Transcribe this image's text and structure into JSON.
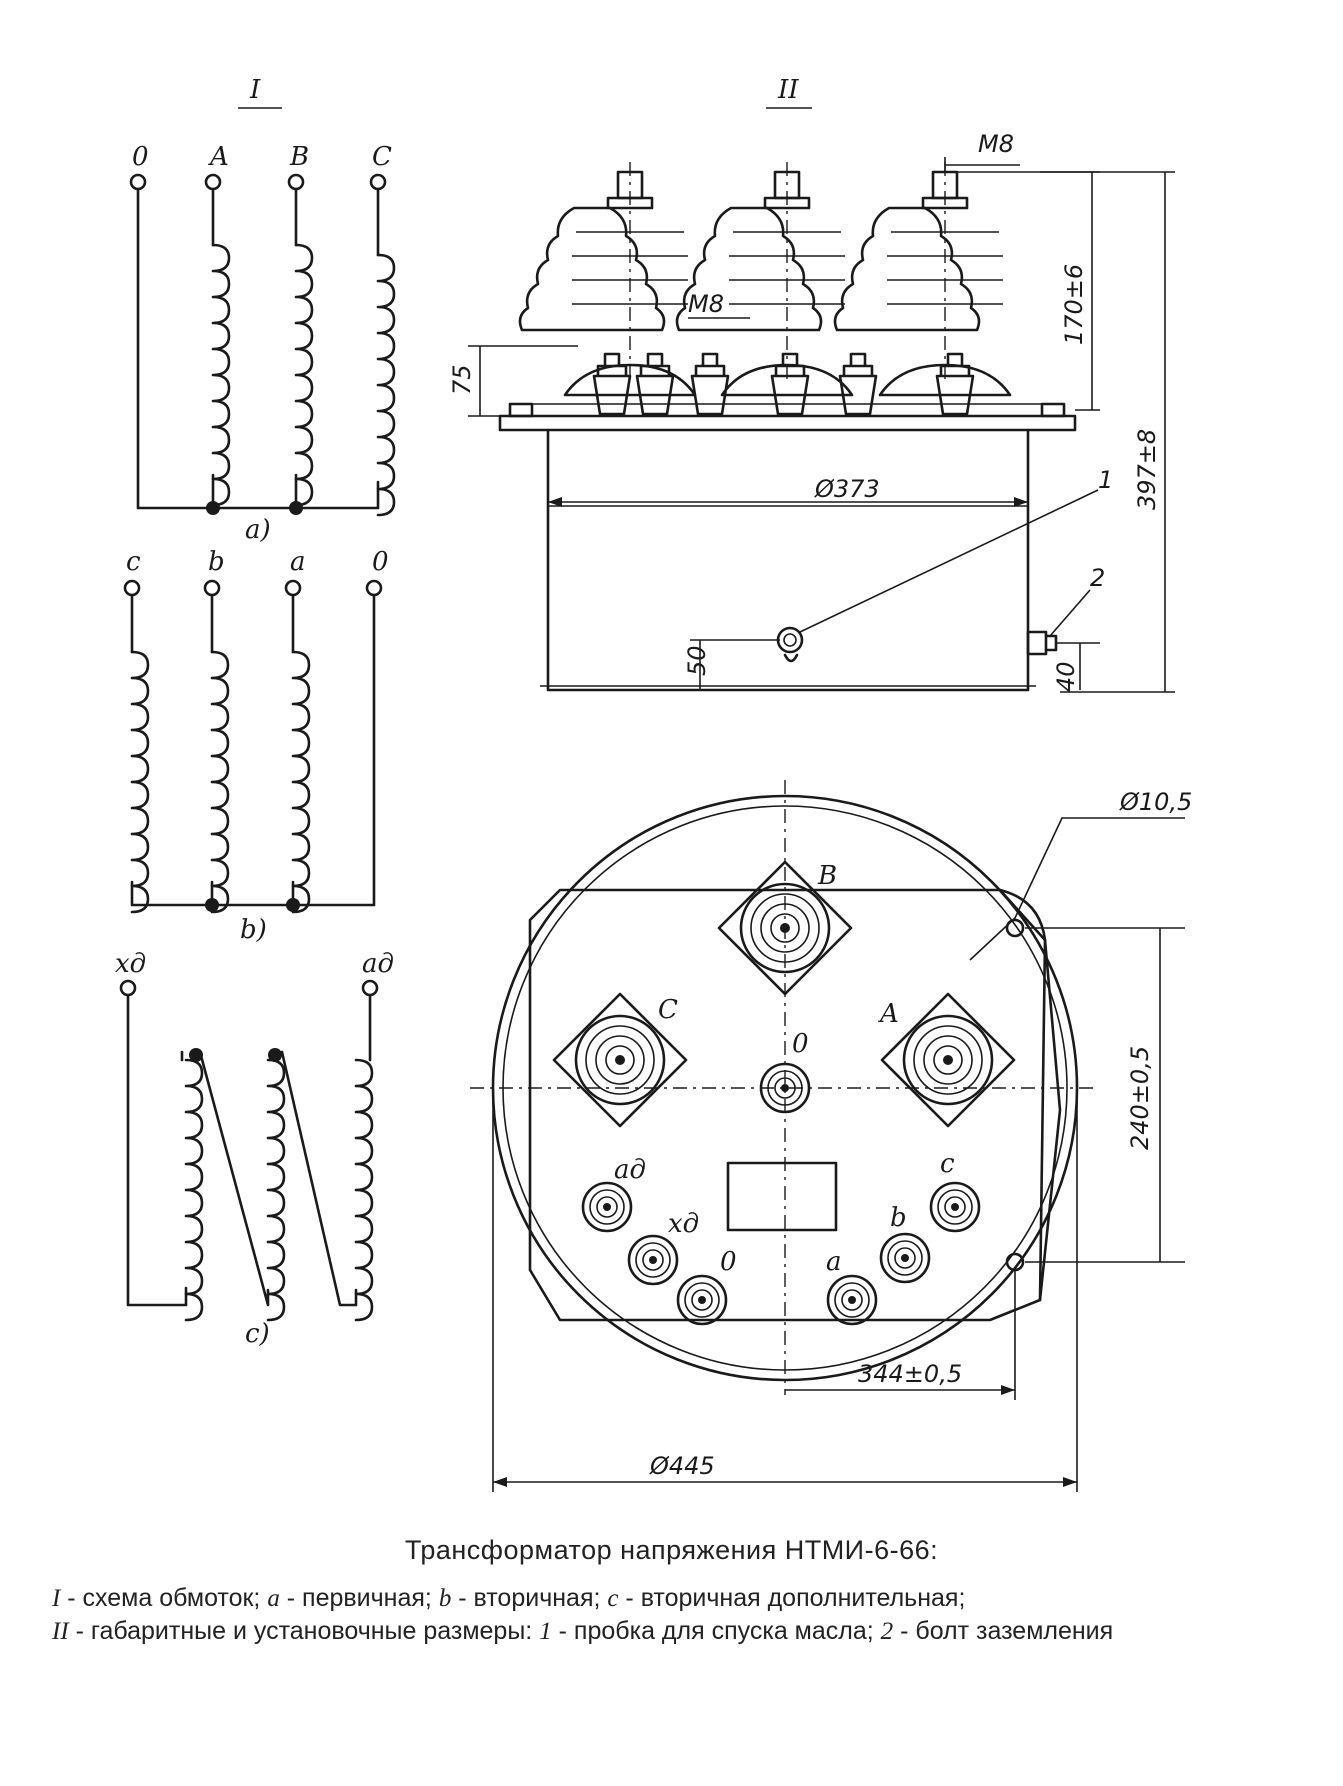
{
  "section_labels": {
    "I": "I",
    "II": "II"
  },
  "schematic": {
    "primary_terminals": [
      "0",
      "A",
      "B",
      "C"
    ],
    "primary_tag": "a)",
    "secondary_terminals": [
      "c",
      "b",
      "a",
      "0"
    ],
    "secondary_tag": "b)",
    "additional_terminals": [
      "хд",
      "ад"
    ],
    "additional_tag": "c)"
  },
  "side_view": {
    "dims": {
      "thread_top": "M8",
      "thread_mid": "M8",
      "bushing_height": "170±6",
      "flange_height": "75",
      "total_height": "397±8",
      "tank_diameter": "Ø373",
      "plug_height": "50",
      "bolt_height": "40"
    },
    "callouts": [
      "1",
      "2"
    ]
  },
  "top_view": {
    "hole": "Ø10,5",
    "mount_spacing": "240±0,5",
    "center_distance": "344±0,5",
    "outer_diameter": "Ø445",
    "hv_labels": [
      "B",
      "C",
      "A",
      "0"
    ],
    "lv_labels": [
      "ад",
      "хд",
      "0",
      "a",
      "b",
      "c"
    ]
  },
  "caption": {
    "title": "Трансформатор напряжения НТМИ-6-66:",
    "l1_a": "I",
    "l1_b": " - схема обмоток; ",
    "l1_c": "a",
    "l1_d": " - первичная; ",
    "l1_e": "b",
    "l1_f": " - вторичная; ",
    "l1_g": "c",
    "l1_h": " - вторичная дополнительная;",
    "l2_a": "II",
    "l2_b": " - габаритные и установочные размеры: ",
    "l2_c": "1",
    "l2_d": " - пробка  для  спуска масла; ",
    "l2_e": "2",
    "l2_f": " - болт заземления"
  }
}
